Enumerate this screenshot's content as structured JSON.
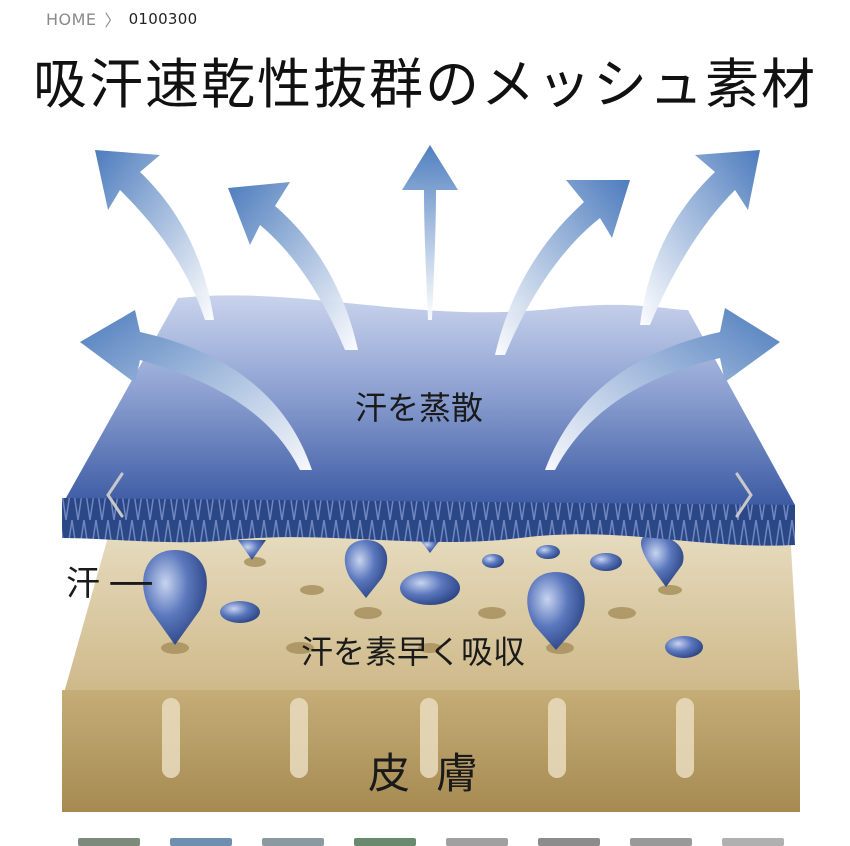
{
  "breadcrumb": {
    "home": "HOME",
    "separator_icon": "chevron-right-icon",
    "current": "0100300"
  },
  "page_title": "吸汗速乾性抜群のメッシュ素材",
  "diagram": {
    "labels": {
      "evaporate": "汗を蒸散",
      "sweat": "汗 ──",
      "absorb": "汗を素早く吸収",
      "skin": "皮膚"
    },
    "colors": {
      "mesh_top": "#7f96c8",
      "mesh_dark": "#2d4a8c",
      "arrow": "#4f7fbf",
      "skin_top": "#d4c39a",
      "skin_front": "#b9a06a",
      "drop": "#3f5ea8"
    }
  },
  "carousel": {
    "prev_icon": "chevron-left-icon",
    "next_icon": "chevron-right-icon",
    "thumbnails": [
      {
        "color": "#7b8a7a"
      },
      {
        "color": "#6f8fb0"
      },
      {
        "color": "#8a9aa0"
      },
      {
        "color": "#6a8a70"
      },
      {
        "color": "#a0a0a0"
      },
      {
        "color": "#8c8c8c"
      },
      {
        "color": "#999999"
      },
      {
        "color": "#b0b0b0"
      }
    ]
  }
}
